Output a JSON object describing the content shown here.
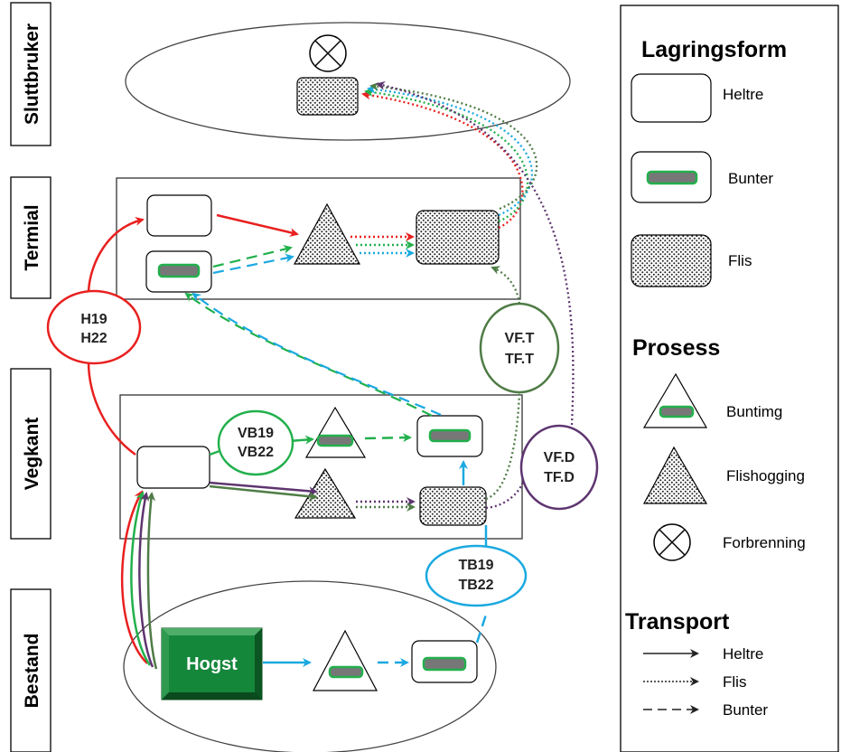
{
  "levels": {
    "sluttbruker": "Sluttbruker",
    "termial": "Termial",
    "vegkant": "Vegkant",
    "bestand": "Bestand"
  },
  "bestand": {
    "hogst_label": "Hogst"
  },
  "labels": {
    "h": [
      "H19",
      "H22"
    ],
    "vb": [
      "VB19",
      "VB22"
    ],
    "vft": [
      "VF.T",
      "TF.T"
    ],
    "vfd": [
      "VF.D",
      "TF.D"
    ],
    "tb": [
      "TB19",
      "TB22"
    ]
  },
  "legend": {
    "lagringsform_title": "Lagringsform",
    "heltre": "Heltre",
    "bunter": "Bunter",
    "flis": "Flis",
    "prosess_title": "Prosess",
    "buntimg": "Buntimg",
    "flishogging": "Flishogging",
    "forbrenning": "Forbrenning",
    "transport_title": "Transport",
    "t_heltre": "Heltre",
    "t_flis": "Flis",
    "t_bunter": "Bunter"
  },
  "colors": {
    "red": "#e8201f",
    "green": "#22b04c",
    "darkgreen": "#4f7c46",
    "purple": "#5e3570",
    "blue": "#1ba9e0",
    "hogst": "#15873b"
  }
}
